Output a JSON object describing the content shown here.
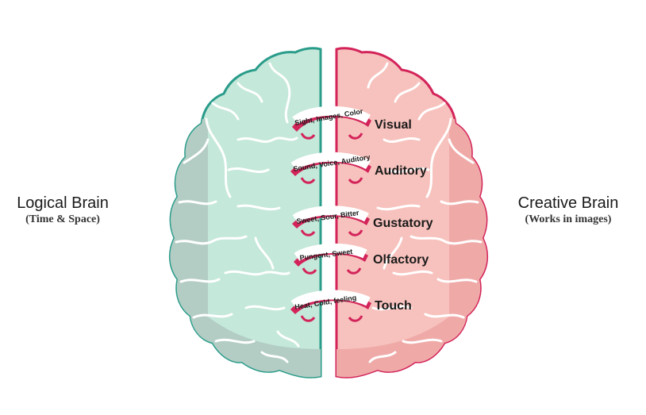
{
  "left": {
    "title": "Logical Brain",
    "subtitle": "(Time & Space)"
  },
  "right": {
    "title": "Creative Brain",
    "subtitle": "(Works in images)"
  },
  "senses": [
    {
      "name": "Visual",
      "descriptors": "Sight,  Images,  Color"
    },
    {
      "name": "Auditory",
      "descriptors": "Sound,  Voice,  Auditory"
    },
    {
      "name": "Gustatory",
      "descriptors": "Sweet,  Sour,  Bitter"
    },
    {
      "name": "Olfactory",
      "descriptors": "Pungent,   Sweet"
    },
    {
      "name": "Touch",
      "descriptors": "Heat,  Cold,  feeling"
    }
  ],
  "colors": {
    "left_fill": "#c4e8da",
    "left_shade": "#b3cdc4",
    "left_stroke": "#2a9c8a",
    "right_fill": "#f7c2bd",
    "right_shade": "#efaaa8",
    "right_stroke": "#d3245a",
    "band_fill": "#d3245a",
    "band_inner": "#ffffff"
  }
}
